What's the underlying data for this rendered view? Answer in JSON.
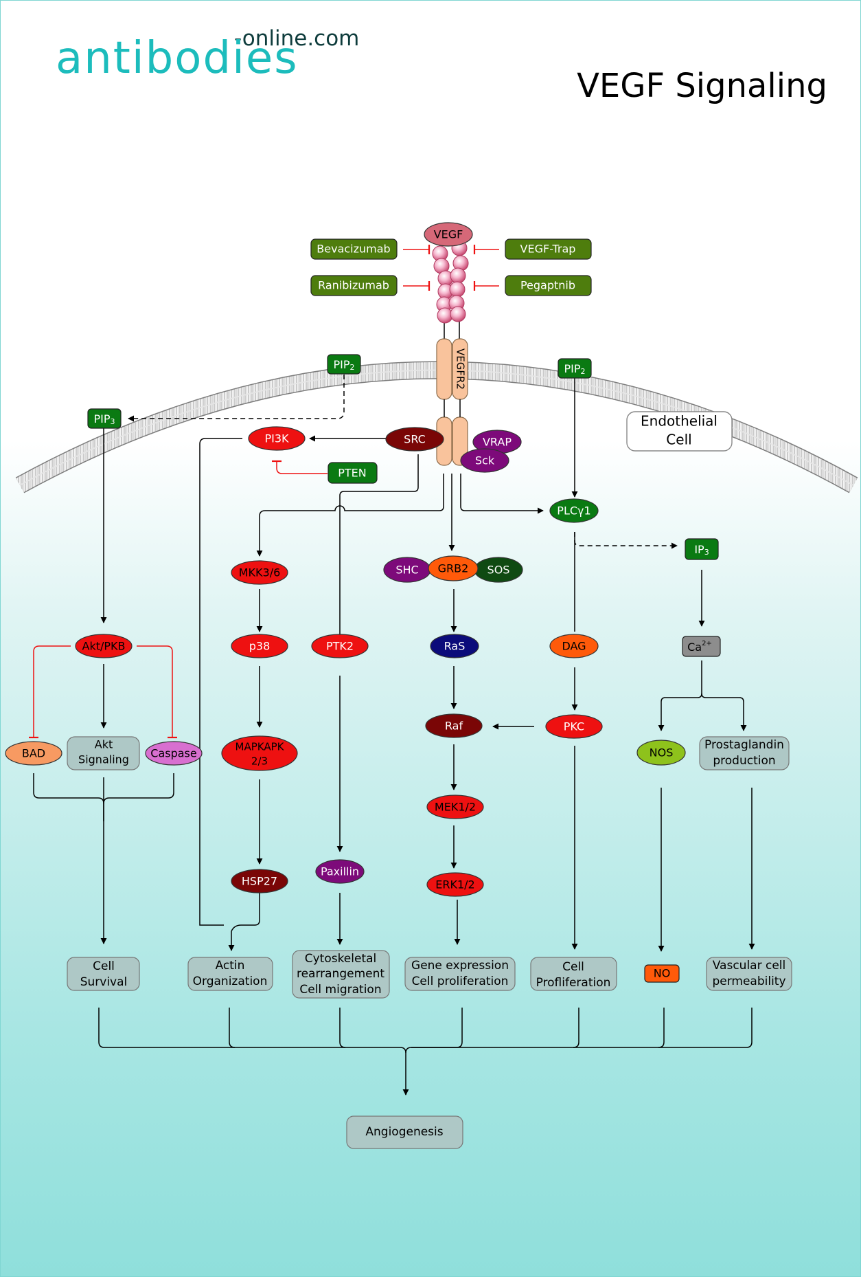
{
  "logo": {
    "main": "antibodies",
    "sub": "-online.com"
  },
  "title": "VEGF Signaling",
  "colors": {
    "drug": "#4e7d0d",
    "green_box": "#0a7a12",
    "red_node": "#ee1111",
    "dark_red_node": "#7a0606",
    "purple_node": "#7d0a7a",
    "orange_node": "#ff5a0a",
    "navy_node": "#0b0b7a",
    "outcome_box": "#aec8c6",
    "receptor": "#f9c39c",
    "vegf_ligand": "#d66878",
    "inhibit_line": "#ee1111"
  },
  "nodes": {
    "vegf": "VEGF",
    "bevacizumab": "Bevacizumab",
    "vegf_trap": "VEGF-Trap",
    "ranibizumab": "Ranibizumab",
    "pegaptnib": "Pegaptnib",
    "vegfr2": "VEGFR2",
    "pip2_left": "PIP",
    "pip2_left_sub": "2",
    "pip2_right": "PIP",
    "pip2_right_sub": "2",
    "pip3": "PIP",
    "pip3_sub": "3",
    "pi3k": "PI3K",
    "src": "SRC",
    "vrap": "VRAP",
    "sck": "Sck",
    "pten": "PTEN",
    "endothelial_cell_line1": "Endothelial",
    "endothelial_cell_line2": "Cell",
    "plcg1": "PLCγ1",
    "ip3": "IP",
    "ip3_sub": "3",
    "mkk36": "MKK3/6",
    "shc": "SHC",
    "grb2": "GRB2",
    "sos": "SOS",
    "akt_pkb": "Akt/PKB",
    "p38": "p38",
    "ptk2": "PTK2",
    "ras": "RaS",
    "dag": "DAG",
    "ca2": "Ca",
    "ca2_sup": "2+",
    "raf": "Raf",
    "pkc": "PKC",
    "bad": "BAD",
    "akt_signaling_line1": "Akt",
    "akt_signaling_line2": "Signaling",
    "caspase": "Caspase",
    "mapkapk_line1": "MAPKAPK",
    "mapkapk_line2": "2/3",
    "nos": "NOS",
    "prostaglandin_line1": "Prostaglandin",
    "prostaglandin_line2": "production",
    "mek12": "MEK1/2",
    "erk12": "ERK1/2",
    "hsp27": "HSP27",
    "paxillin": "Paxillin",
    "no": "NO"
  },
  "outcomes": {
    "cell_survival": [
      "Cell",
      "Survival"
    ],
    "actin_organization": [
      "Actin",
      "Organization"
    ],
    "cytoskeletal": [
      "Cytoskeletal",
      "rearrangement",
      "Cell migration"
    ],
    "gene_expression": [
      "Gene expression",
      "Cell proliferation"
    ],
    "cell_proliferation": [
      "Cell",
      "Profliferation"
    ],
    "vascular_permeability": [
      "Vascular cell",
      "permeability"
    ],
    "angiogenesis": [
      "Angiogenesis"
    ]
  }
}
